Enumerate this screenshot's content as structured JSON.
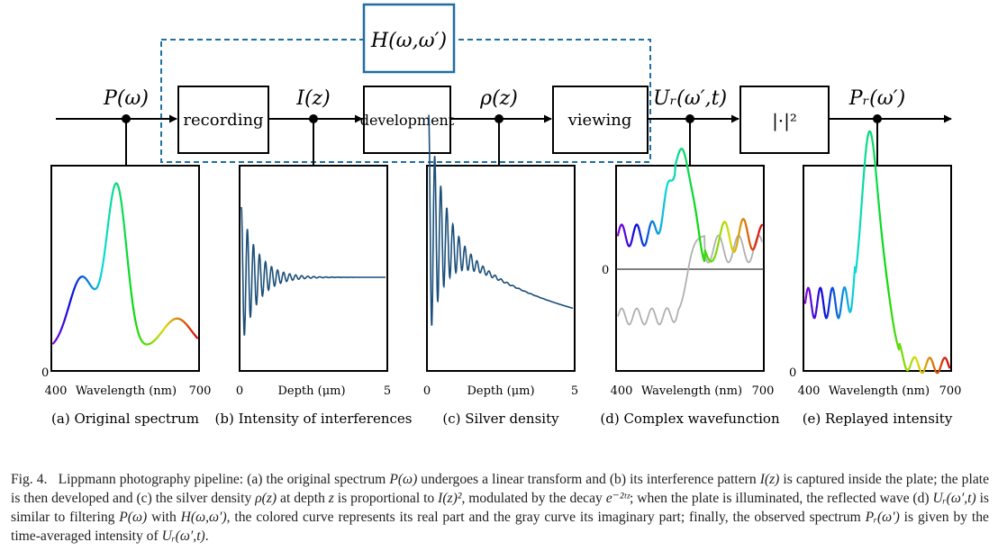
{
  "diagram": {
    "H_label": "H(ω,ω′)",
    "signals": {
      "P": "P(ω)",
      "I": "I(z)",
      "rho": "ρ(z)",
      "U": "Uᵣ(ω′,t)",
      "Pr": "Pᵣ(ω′)"
    },
    "blocks": {
      "recording": "recording",
      "development": "development",
      "viewing": "viewing",
      "abs": "|·|²"
    },
    "colors": {
      "line": "#000000",
      "dashed_box": "#1f6fa3",
      "blue_curve": "#1b4f7a",
      "imag_curve": "#b0b0b0"
    },
    "panels": [
      {
        "caption": "(a) Original spectrum",
        "xlabel": "Wavelength (nm)",
        "xmin": "400",
        "xmax": "700",
        "zero": "0"
      },
      {
        "caption": "(b) Intensity of interferences",
        "xlabel": "Depth (μm)",
        "xmin": "0",
        "xmax": "5",
        "zero": ""
      },
      {
        "caption": "(c) Silver density",
        "xlabel": "Depth (μm)",
        "xmin": "0",
        "xmax": "5",
        "zero": ""
      },
      {
        "caption": "(d) Complex wavefunction",
        "xlabel": "Wavelength (nm)",
        "xmin": "400",
        "xmax": "700",
        "zero": "0"
      },
      {
        "caption": "(e) Replayed intensity",
        "xlabel": "Wavelength (nm)",
        "xmin": "400",
        "xmax": "700",
        "zero": "0"
      }
    ]
  },
  "caption": {
    "fig": "Fig. 4.",
    "text_1": "Lippmann photography pipeline: (a) the original spectrum ",
    "P": "P(ω)",
    "text_2": " undergoes a linear transform and (b) its interference pattern ",
    "I": "I(z)",
    "text_3": " is captured inside the plate; the plate is then developed and (c) the silver density ",
    "rho": "ρ(z)",
    "text_4": " at depth ",
    "z": "z",
    "text_5": " is proportional to ",
    "I2": "I(z)²",
    "text_6": ", modulated by the decay ",
    "decay": "e⁻²ᵗᶻ",
    "text_7": "; when the plate is illuminated, the reflected wave (d) ",
    "U": "Uᵣ(ω′,t)",
    "text_8": " is similar to filtering ",
    "P2": "P(ω)",
    "text_9": " with ",
    "H": "H(ω,ω′)",
    "text_10": ", the colored curve represents its real part and the gray curve its imaginary part; finally, the observed spectrum ",
    "Pr": "Pᵣ(ω′)",
    "text_11": " is given by the time-averaged intensity of ",
    "U2": "Uᵣ(ω′,t)",
    "text_12": "."
  }
}
